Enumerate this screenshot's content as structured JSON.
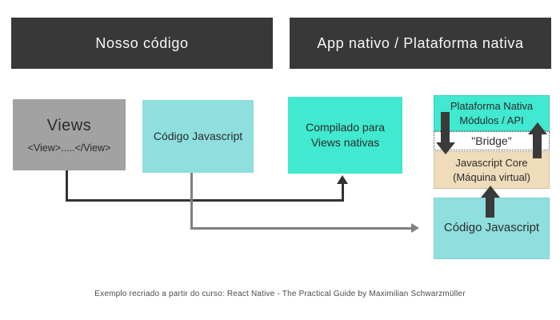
{
  "headers": {
    "our_code": "Nosso código",
    "native_app": "App nativo / Plataforma nativa"
  },
  "boxes": {
    "views": {
      "title": "Views",
      "subtitle": "<View>.....</View>"
    },
    "js_code_left": {
      "label": "Código Javascript"
    },
    "compiled": {
      "line1": "Compilado para",
      "line2": "Views nativas"
    },
    "native_platform": {
      "line1": "Plataforma Nativa",
      "line2": "Módulos / API"
    },
    "bridge": {
      "label": "\"Bridge\""
    },
    "js_core": {
      "line1": "Javascript Core",
      "line2": "(Máquina virtual)"
    },
    "js_code_right": {
      "label": "Código Javascript"
    }
  },
  "caption": "Exemplo recriado a partir do curso: React Native - The Practical Guide by Maximilian Schwarzmüller",
  "colors": {
    "header_bg": "#383838",
    "bright_cyan": "#40e9cf",
    "light_teal": "#8edfde",
    "beige": "#efdcba",
    "gray_box": "#a2a2a2",
    "dark_line": "#333333",
    "gray_line": "#808080",
    "block_arrow": "#3a3a3a"
  }
}
